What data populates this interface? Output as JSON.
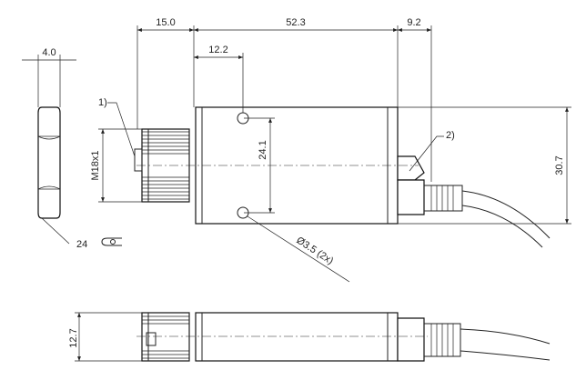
{
  "dimensions": {
    "d_15_0": "15.0",
    "d_52_3": "52.3",
    "d_9_2": "9.2",
    "d_12_2": "12.2",
    "d_4_0": "4.0",
    "d_24_1": "24.1",
    "d_30_7": "30.7",
    "d_12_7": "12.7",
    "thread": "M18x1",
    "hole": "Ø3.5  (2x)",
    "nut_qty": "24"
  },
  "callouts": {
    "c1": "1)",
    "c2": "2)"
  }
}
